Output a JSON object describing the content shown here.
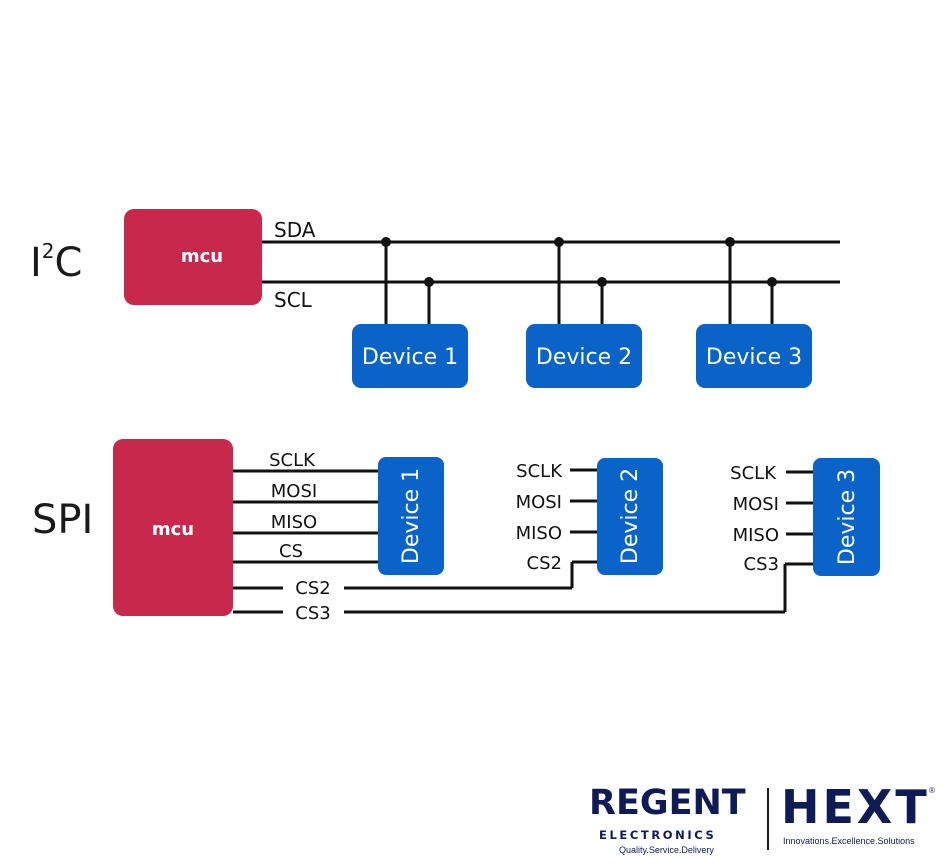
{
  "colors": {
    "mcu": "#c8284b",
    "device": "#0a63c9",
    "wire": "#111111"
  },
  "i2c": {
    "protocol_base": "I",
    "protocol_sup": "2",
    "protocol_tail": "C",
    "mcu_label": "mcu",
    "sda_label": "SDA",
    "scl_label": "SCL",
    "devices": [
      "Device 1",
      "Device 2",
      "Device 3"
    ]
  },
  "spi": {
    "protocol_label": "SPI",
    "mcu_label": "mcu",
    "mcu_pins": [
      "SCLK",
      "MOSI",
      "MISO",
      "CS"
    ],
    "cs_lines": [
      "CS2",
      "CS3"
    ],
    "device1": "Device 1",
    "device2": {
      "label": "Device 2",
      "pins": [
        "SCLK",
        "MOSI",
        "MISO",
        "CS2"
      ]
    },
    "device3": {
      "label": "Device 3",
      "pins": [
        "SCLK",
        "MOSI",
        "MISO",
        "CS3"
      ]
    }
  },
  "logos": {
    "regent_wordmark": "REGENT",
    "regent_sub": "ELECTRONICS",
    "regent_tagline": "Quality.Service.Delivery",
    "hext_wordmark": "HEXT",
    "hext_mark": "®",
    "hext_tagline": "Innovations.Excellence.Solutions"
  }
}
